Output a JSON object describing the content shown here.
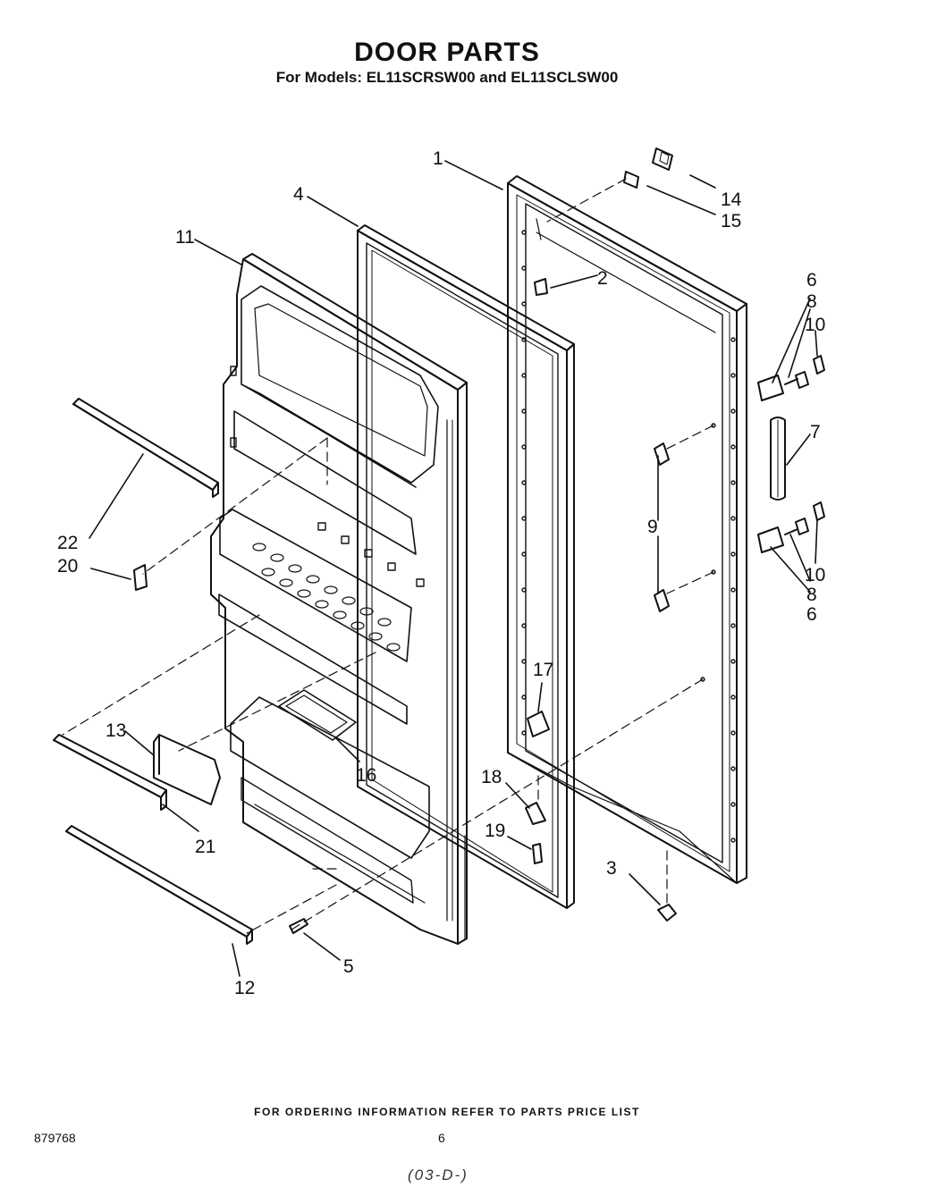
{
  "header": {
    "title": "DOOR PARTS",
    "subtitle": "For Models: EL11SCRSW00 and EL11SCLSW00"
  },
  "callouts": [
    {
      "id": "c1",
      "label": "1"
    },
    {
      "id": "c2",
      "label": "2"
    },
    {
      "id": "c3",
      "label": "3"
    },
    {
      "id": "c4",
      "label": "4"
    },
    {
      "id": "c5",
      "label": "5"
    },
    {
      "id": "c6a",
      "label": "6"
    },
    {
      "id": "c6b",
      "label": "6"
    },
    {
      "id": "c7",
      "label": "7"
    },
    {
      "id": "c8a",
      "label": "8"
    },
    {
      "id": "c8b",
      "label": "8"
    },
    {
      "id": "c9",
      "label": "9"
    },
    {
      "id": "c10a",
      "label": "10"
    },
    {
      "id": "c10b",
      "label": "10"
    },
    {
      "id": "c11",
      "label": "11"
    },
    {
      "id": "c12",
      "label": "12"
    },
    {
      "id": "c13",
      "label": "13"
    },
    {
      "id": "c14",
      "label": "14"
    },
    {
      "id": "c15",
      "label": "15"
    },
    {
      "id": "c16",
      "label": "16"
    },
    {
      "id": "c17",
      "label": "17"
    },
    {
      "id": "c18",
      "label": "18"
    },
    {
      "id": "c19",
      "label": "19"
    },
    {
      "id": "c20",
      "label": "20"
    },
    {
      "id": "c21",
      "label": "21"
    },
    {
      "id": "c22",
      "label": "22"
    }
  ],
  "footer": {
    "ordering_note": "FOR ORDERING INFORMATION REFER TO PARTS PRICE LIST",
    "doc_number": "879768",
    "page_number": "6",
    "handwritten_note": "(03-D-)"
  }
}
